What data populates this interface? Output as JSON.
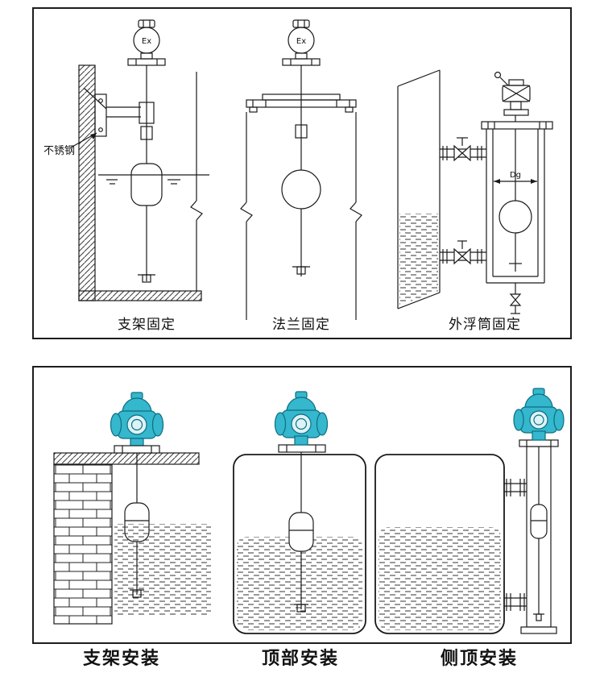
{
  "top_panel": {
    "figures": [
      {
        "label": "支架固定",
        "device_mark": "Ex",
        "annotation": "不锈钢"
      },
      {
        "label": "法兰固定",
        "device_mark": "Ex"
      },
      {
        "label": "外浮筒固定",
        "dimension_mark": "Dg"
      }
    ]
  },
  "bottom_panel": {
    "figures": [
      {
        "label": "支架安装"
      },
      {
        "label": "顶部安装"
      },
      {
        "label": "侧顶安装"
      }
    ]
  },
  "colors": {
    "line": "#1a1a1a",
    "transmitter_body": "#35b7cd",
    "transmitter_outline": "#0d6e81",
    "transmitter_dial": "#ddf3f7"
  }
}
